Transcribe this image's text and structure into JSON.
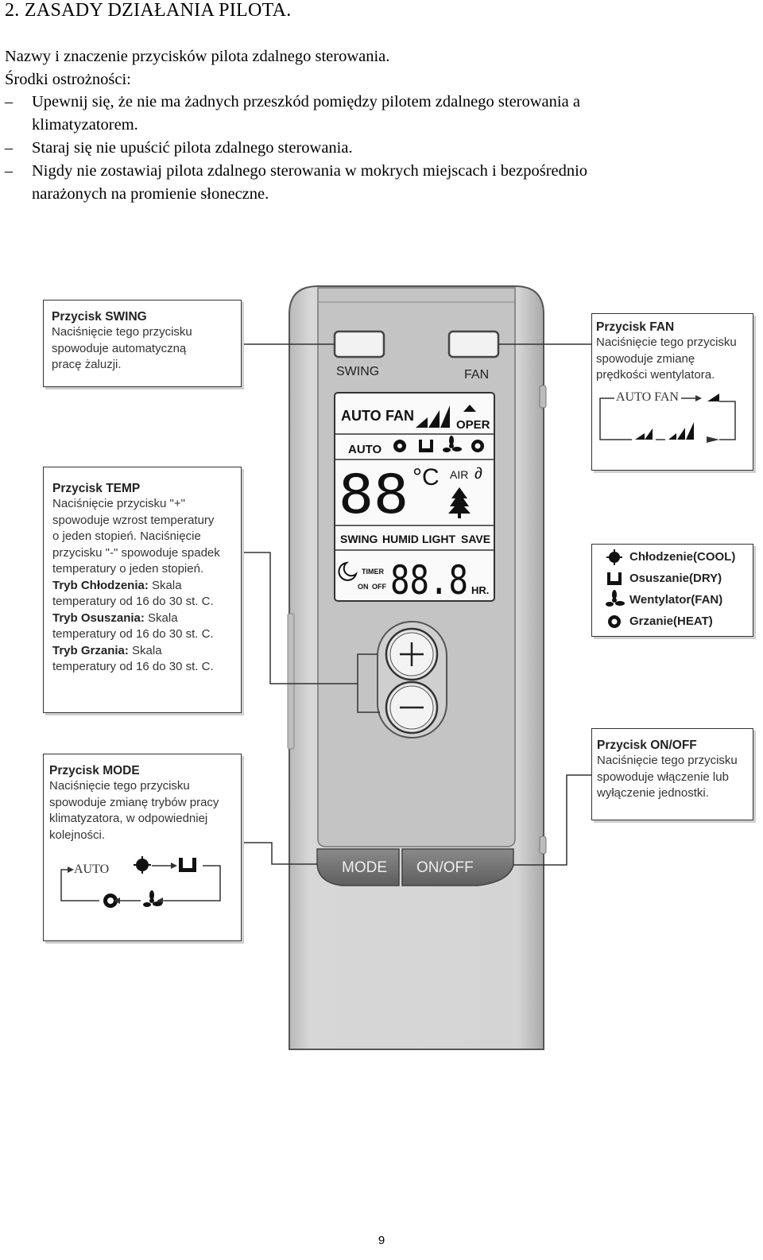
{
  "heading": "2. ZASADY DZIAŁANIA PILOTA.",
  "intro": {
    "line1": "Nazwy i znaczenie przycisków pilota zdalnego sterowania.",
    "line2": "Środki ostrożności:"
  },
  "precautions": [
    {
      "dash": "–",
      "lines": [
        "Upewnij się, że nie ma żadnych przeszkód pomiędzy pilotem zdalnego sterowania a",
        "klimatyzatorem."
      ]
    },
    {
      "dash": "–",
      "lines": [
        "Staraj się nie upuścić pilota zdalnego sterowania."
      ]
    },
    {
      "dash": "–",
      "lines": [
        "Nigdy nie zostawiaj pilota zdalnego sterowania w mokrych miejscach i bezpośrednio",
        "narażonych na promienie słoneczne."
      ]
    }
  ],
  "callouts": {
    "swing": {
      "title": "Przycisk SWING",
      "lines": [
        "Naciśnięcie tego przycisku",
        "spowoduje automatyczną",
        "pracę żaluzji."
      ]
    },
    "fan": {
      "title": "Przycisk FAN",
      "lines": [
        "Naciśnięcie tego przycisku",
        "spowoduje zmianę",
        "prędkości wentylatora."
      ],
      "auto_fan": "AUTO FAN"
    },
    "temp": {
      "title": "Przycisk TEMP",
      "lines": [
        "Naciśnięcie przycisku \"+\"",
        "spowoduje wzrost temperatury",
        "o jeden stopień. Naciśnięcie",
        "przycisku \"-\" spowoduje spadek",
        "temperatury o jeden stopień."
      ],
      "modes": [
        {
          "label": "Tryb Chłodzenia:",
          "rest": " Skala",
          "line2": "temperatury od 16 do 30 st. C."
        },
        {
          "label": "Tryb Osuszania:",
          "rest": " Skala",
          "line2": "temperatury od 16 do 30 st. C."
        },
        {
          "label": "Tryb Grzania:",
          "rest": " Skala",
          "line2": "temperatury od 16 do 30 st. C."
        }
      ]
    },
    "modes_legend": [
      "Chłodzenie(COOL)",
      "Osuszanie(DRY)",
      "Wentylator(FAN)",
      "Grzanie(HEAT)"
    ],
    "mode": {
      "title": "Przycisk MODE",
      "lines": [
        "Naciśnięcie tego przycisku",
        "spowoduje zmianę trybów pracy",
        "klimatyzatora, w odpowiedniej",
        "kolejności."
      ],
      "cycle_auto": "AUTO"
    },
    "onoff": {
      "title": "Przycisk ON/OFF",
      "lines": [
        "Naciśnięcie tego przycisku",
        "spowoduje włączenie lub",
        "wyłączenie jednostki."
      ]
    }
  },
  "remote": {
    "swing_label": "SWING",
    "fan_label": "FAN",
    "lcd": {
      "auto": "AUTO",
      "fan": "FAN",
      "oper": "OPER",
      "auto_small": "AUTO",
      "temp": "88",
      "unit": "°C",
      "air": "AIR",
      "swing": "SWING",
      "humid": "HUMID",
      "light": "LIGHT",
      "save": "SAVE",
      "timer": "TIMER",
      "on": "ON",
      "off": "OFF",
      "time": "88.8",
      "hr": "HR."
    },
    "mode_button": "MODE",
    "onoff_button": "ON/OFF"
  },
  "page_number": "9"
}
